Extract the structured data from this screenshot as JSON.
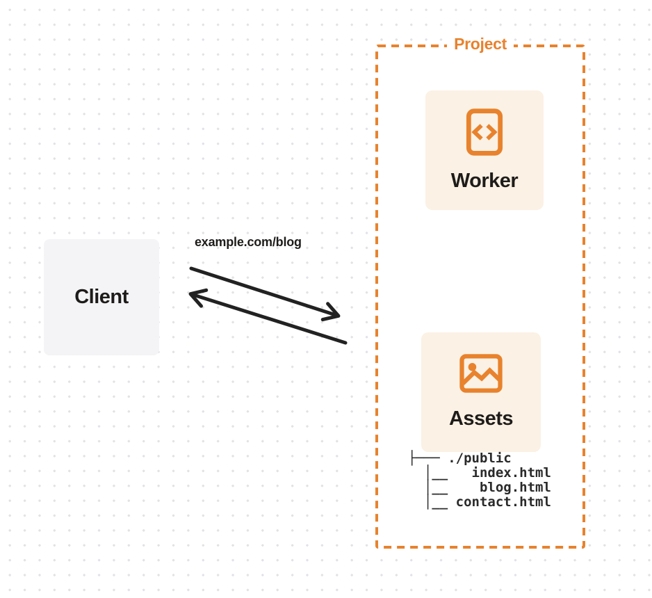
{
  "colors": {
    "accent": "#E8822D",
    "cardBg": "#FBF1E4",
    "clientBg": "#F4F4F6",
    "ink": "#1E1C1A",
    "arrowInk": "#222222",
    "dot": "#E2E2E6",
    "panelBg": "#FFFFFF",
    "treeInk": "#2A2A2A"
  },
  "client": {
    "label": "Client"
  },
  "request": {
    "label": "example.com/blog"
  },
  "project": {
    "label": "Project",
    "worker": {
      "label": "Worker"
    },
    "assets": {
      "label": "Assets"
    },
    "file_tree": [
      "├─── ./public",
      "  │__   index.html",
      "  │__    blog.html",
      "  │__ contact.html"
    ]
  }
}
